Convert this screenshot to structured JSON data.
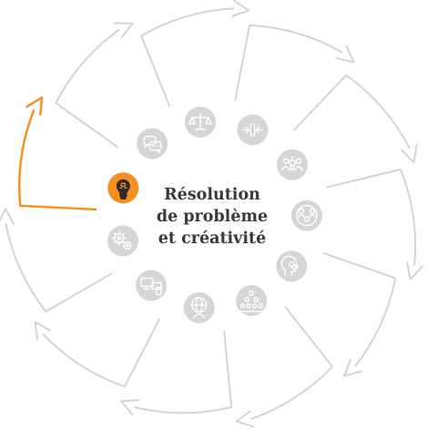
{
  "center": {
    "line1": "Résolution",
    "line2": "de problème",
    "line3": "et créativité"
  },
  "colors": {
    "active": "#f39021",
    "inactive_icon": "#d6d6d6",
    "inactive_glyph": "#ffffff",
    "arrow": "#d4d4d4",
    "active_arrow": "#f39021",
    "active_glyph": "#2b2b2b",
    "title": "#3a3a3a"
  },
  "nodes": [
    {
      "icon": "gears-icon",
      "active": false
    },
    {
      "icon": "lightbulb-puzzle-icon",
      "active": true
    },
    {
      "icon": "chat-bubbles-icon",
      "active": false
    },
    {
      "icon": "balance-scale-icon",
      "active": false
    },
    {
      "icon": "converging-arrows-icon",
      "active": false
    },
    {
      "icon": "team-idea-icon",
      "active": false
    },
    {
      "icon": "people-network-icon",
      "active": false
    },
    {
      "icon": "head-puzzle-icon",
      "active": false
    },
    {
      "icon": "org-chart-people-icon",
      "active": false
    },
    {
      "icon": "globe-person-icon",
      "active": false
    },
    {
      "icon": "devices-icon",
      "active": false
    }
  ]
}
